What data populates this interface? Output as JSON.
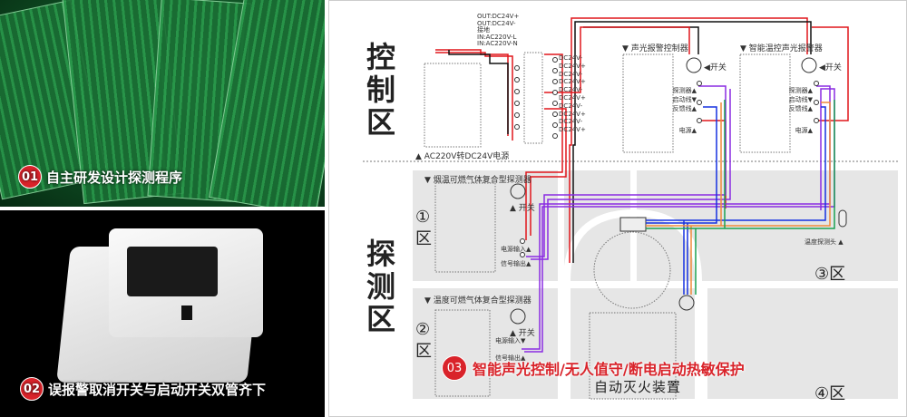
{
  "left_panel": {
    "feature1": {
      "number": "01",
      "text": "自主研发设计探测程序"
    },
    "feature2": {
      "number": "02",
      "text": "误报警取消开关与启动开关双管齐下"
    }
  },
  "diagram": {
    "control_zone": "控制区",
    "detect_zone": "探测区",
    "power_supply": {
      "label": "▲ AC220V转DC24V电源",
      "inputs": [
        "OUT:DC24V+",
        "OUT:DC24V-",
        "接地",
        "IN:AC220V-L",
        "IN:AC220V-N"
      ]
    },
    "terminal_labels": [
      "DC24V-",
      "DC24V+",
      "DC24V-",
      "DC24V+",
      "DC24V-",
      "DC24V+",
      "DC24V-",
      "DC24V+",
      "DC24V-",
      "DC24V+"
    ],
    "controller1": {
      "title": "▼ 声光报警控制器",
      "switch": "◀开关",
      "ports": [
        "探测器▲",
        "启动线▼",
        "反馈线▲",
        "电源▲"
      ]
    },
    "controller2": {
      "title": "▼ 智能温控声光报警器",
      "switch": "◀开关",
      "ports": [
        "探测器▲",
        "启动线▼",
        "反馈线▲",
        "电源▲"
      ]
    },
    "detector1": {
      "title": "▼ 烟温可燃气体复合型探测器",
      "switch": "▲ 开关",
      "ports": [
        "电源输入▲",
        "信号输出▲"
      ]
    },
    "detector2": {
      "title": "▼ 温度可燃气体复合型探测器",
      "switch": "▲ 开关",
      "ports": [
        "电源输入▼",
        "信号输出▲"
      ]
    },
    "temp_probe": "温度探测头 ▲",
    "extinguisher": "自动灭火装置",
    "zones": [
      "①\n区",
      "②\n区",
      "③区",
      "④区"
    ],
    "feature3": {
      "number": "03",
      "text": "智能声光控制/无人值守/断电启动热敏保护"
    },
    "wire_colors": {
      "red": "#e0161b",
      "black": "#111111",
      "purple": "#8a2be2",
      "blue": "#1530e0",
      "orange": "#f08a3c",
      "green": "#1aa050"
    }
  }
}
